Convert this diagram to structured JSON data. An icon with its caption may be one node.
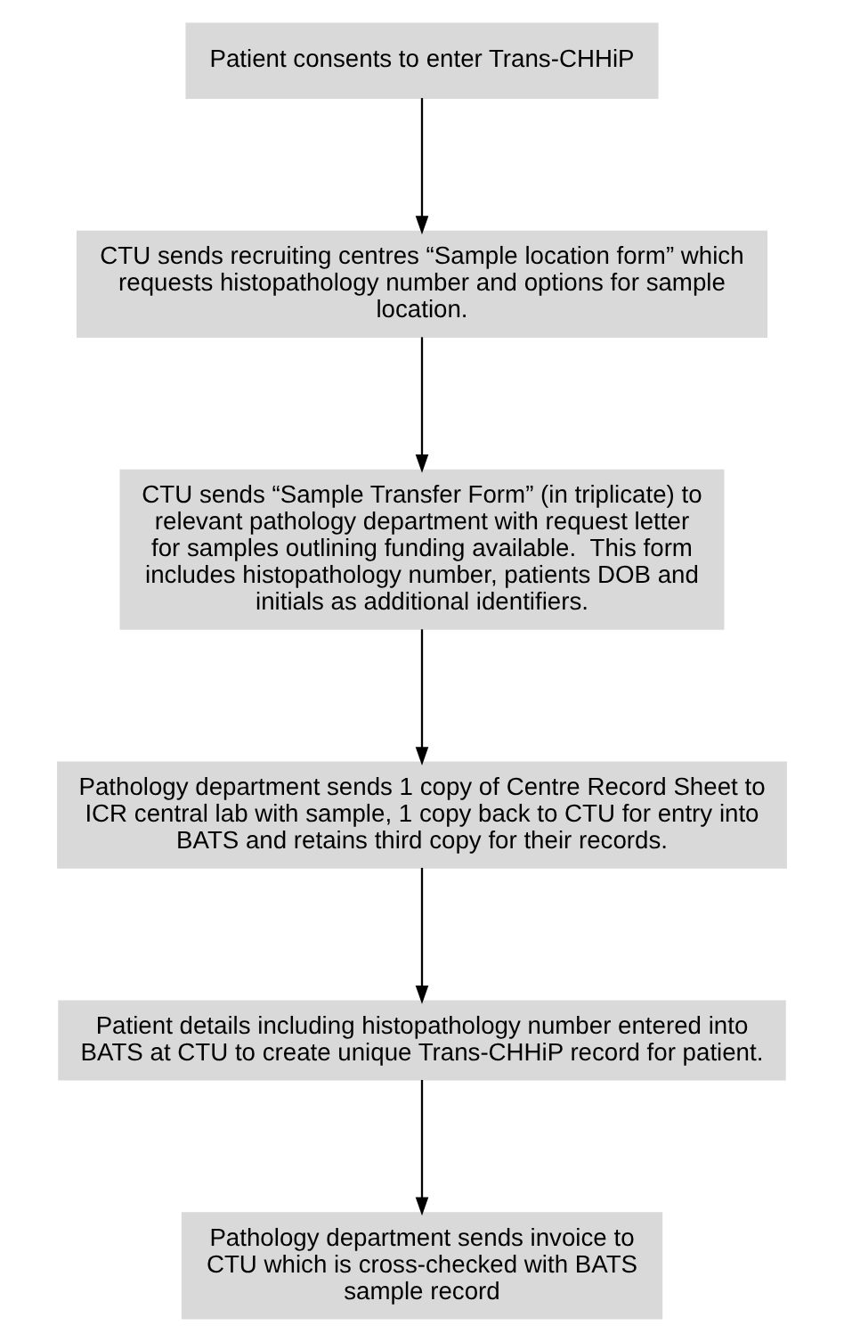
{
  "diagram": {
    "nodes": [
      {
        "text": [
          "Patient consents to enter Trans-CHHiP"
        ]
      },
      {
        "text": [
          "CTU sends recruiting centres “Sample location form” which requests histopathology number and options for sample location."
        ]
      },
      {
        "text": [
          "CTU sends “Sample Transfer Form” (in triplicate) to relevant pathology department with request letter for samples outlining funding available.  This form includes histopathology number, patients DOB and initials as additional identifiers."
        ]
      },
      {
        "text": [
          "Pathology department sends 1 copy of Centre Record Sheet to ICR central lab with sample, 1 copy back to CTU for entry into BATS and retains third copy for their records."
        ]
      },
      {
        "text": [
          "Patient details including histopathology number entered into BATS at CTU to create unique Trans-CHHiP record for patient."
        ]
      },
      {
        "text": [
          "Pathology department sends invoice to CTU which is cross-checked with BATS sample record"
        ]
      }
    ],
    "edges": [
      {
        "from": 0,
        "to": 1,
        "arrow": "to"
      },
      {
        "from": 1,
        "to": 2,
        "arrow": "to"
      },
      {
        "from": 2,
        "to": 3,
        "arrow": "to"
      },
      {
        "from": 3,
        "to": 4,
        "arrow": "to"
      },
      {
        "from": 4,
        "to": 5,
        "arrow": "to"
      }
    ]
  }
}
